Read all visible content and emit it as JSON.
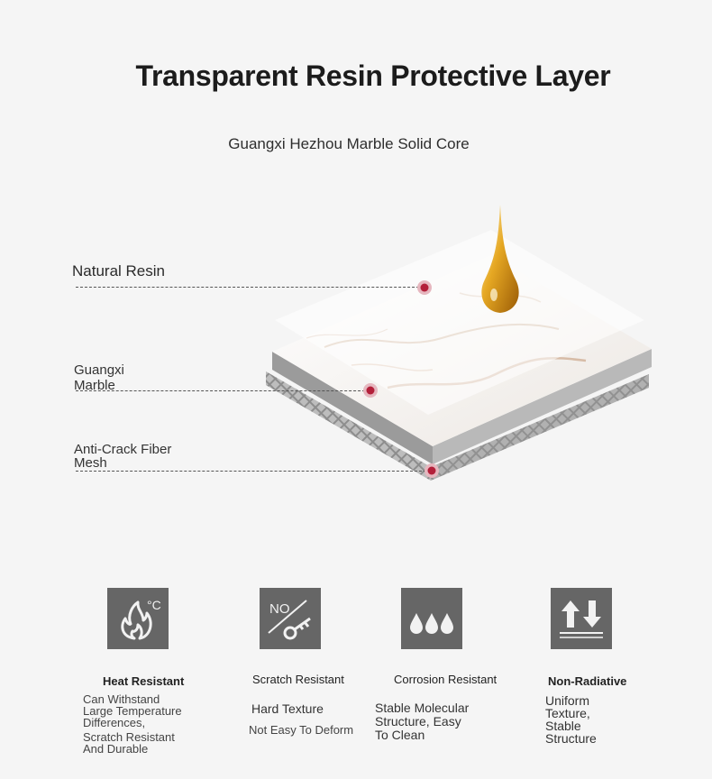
{
  "header": {
    "title": "Transparent Resin Protective Layer",
    "subtitle": "Guangxi Hezhou Marble Solid Core"
  },
  "layers": {
    "resin": "Natural Resin",
    "marble_line1": "Guangxi",
    "marble_line2": "Marble",
    "mesh_line1": "Anti-Crack Fiber",
    "mesh_line2": "Mesh"
  },
  "features": [
    {
      "title": "Heat Resistant",
      "lines": [
        "Can Withstand",
        "Large Temperature",
        "Differences,",
        "Scratch Resistant",
        "And Durable"
      ],
      "icon": "flame-icon",
      "icon_label": "°C"
    },
    {
      "title": "Scratch Resistant",
      "lines": [
        "Hard Texture",
        "Not Easy To Deform"
      ],
      "icon": "key-icon",
      "icon_label": "NO"
    },
    {
      "title": "Corrosion Resistant",
      "lines": [
        "Stable Molecular",
        "Structure, Easy",
        "To Clean"
      ],
      "icon": "drops-icon"
    },
    {
      "title": "Non-Radiative",
      "lines": [
        "Uniform",
        "Texture,",
        "Stable",
        "Structure"
      ],
      "icon": "arrows-icon"
    }
  ],
  "colors": {
    "background": "#f5f5f5",
    "icon_bg": "#666666",
    "marker": "#b3203a",
    "resin_drop": "#e0a21e"
  }
}
